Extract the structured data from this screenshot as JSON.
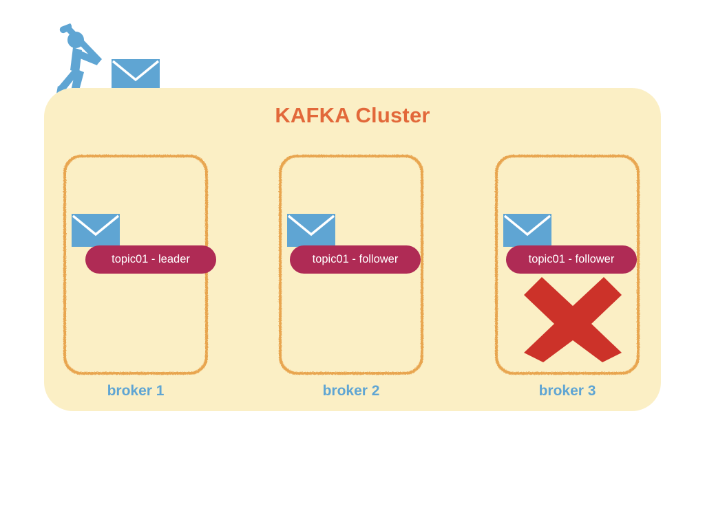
{
  "diagram": {
    "title": "KAFKA Cluster",
    "colors": {
      "cluster_background": "#FBEFC5",
      "title_orange": "#E2683A",
      "broker_border_orange": "#E8A24A",
      "accent_blue": "#5FA5D3",
      "topic_pill_magenta": "#AF2B55",
      "failure_red": "#CC3229",
      "page_background": "#FFFFFF"
    },
    "producer": {
      "figure_icon": "golfer-icon",
      "message_icon": "envelope-icon"
    },
    "brokers": [
      {
        "label": "broker 1",
        "topic_label": "topic01 - leader",
        "role": "leader",
        "message_icon": "envelope-icon",
        "failed": false,
        "failure_icon": ""
      },
      {
        "label": "broker 2",
        "topic_label": "topic01 - follower",
        "role": "follower",
        "message_icon": "envelope-icon",
        "failed": false,
        "failure_icon": ""
      },
      {
        "label": "broker 3",
        "topic_label": "topic01 - follower",
        "role": "follower",
        "message_icon": "envelope-icon",
        "failed": true,
        "failure_icon": "red-cross-icon"
      }
    ]
  }
}
